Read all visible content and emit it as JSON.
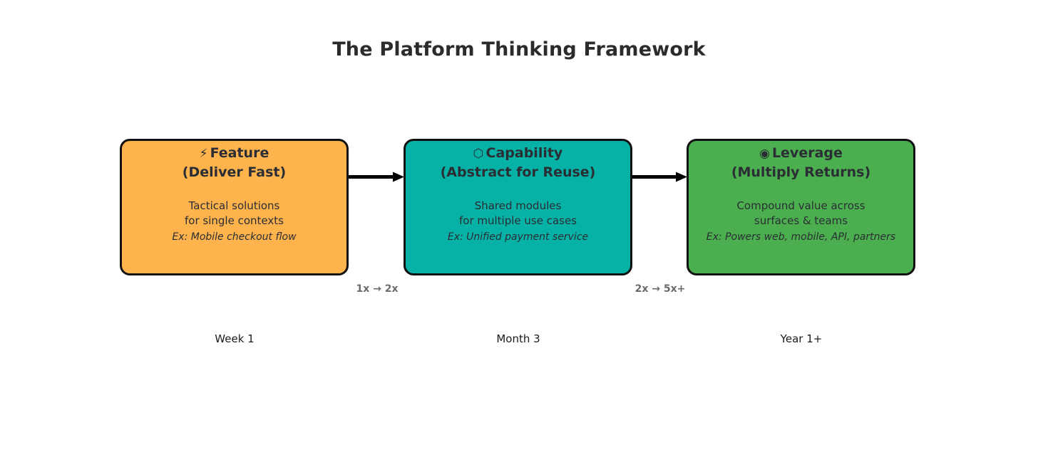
{
  "title": "The Platform Thinking Framework",
  "colors": {
    "background": "#ffffff",
    "title_text": "#2b2b2b",
    "box_border": "#111111",
    "box_text": "#2a2d34",
    "multiplier_text": "#6b6b6b",
    "timeline_text": "#1a1a1a",
    "arrow": "#000000",
    "stage_feature": "#FFB34D",
    "stage_capability": "#06B2A6",
    "stage_leverage": "#4CAF4F"
  },
  "stages": [
    {
      "icon": "⚡",
      "icon_name": "lightning-bolt-icon",
      "heading_line1": "Feature",
      "heading_line2": "(Deliver Fast)",
      "body_line1": "Tactical solutions",
      "body_line2": "for single contexts",
      "example": "Ex: Mobile checkout flow",
      "timeline": "Week 1",
      "color": "#FFB34D"
    },
    {
      "icon": "⬡",
      "icon_name": "hexagon-icon",
      "heading_line1": "Capability",
      "heading_line2": "(Abstract for Reuse)",
      "body_line1": "Shared modules",
      "body_line2": "for multiple use cases",
      "example": "Ex: Unified payment service",
      "timeline": "Month 3",
      "color": "#06B2A6"
    },
    {
      "icon": "◉",
      "icon_name": "bullseye-icon",
      "heading_line1": "Leverage",
      "heading_line2": "(Multiply Returns)",
      "body_line1": "Compound value across",
      "body_line2": "surfaces & teams",
      "example": "Ex: Powers web, mobile, API, partners",
      "timeline": "Year 1+",
      "color": "#4CAF4F"
    }
  ],
  "connectors": [
    {
      "multiplier": "1x → 2x"
    },
    {
      "multiplier": "2x → 5x+"
    }
  ]
}
